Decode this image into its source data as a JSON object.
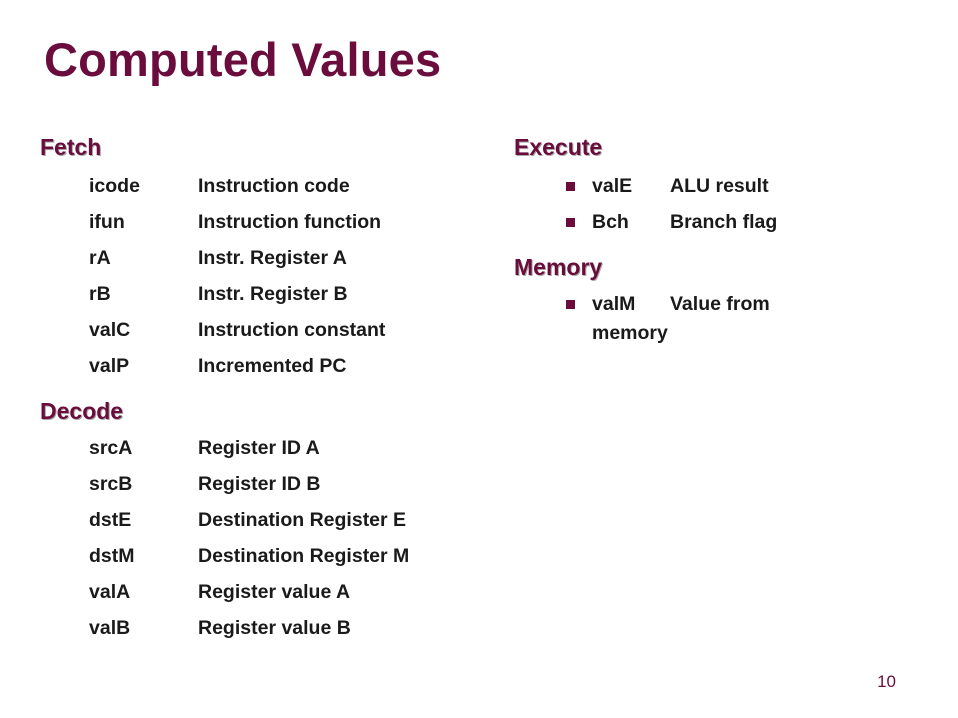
{
  "title": "Computed Values",
  "fetch": {
    "heading": "Fetch",
    "items": [
      {
        "name": "icode",
        "desc": "Instruction code"
      },
      {
        "name": "ifun",
        "desc": "Instruction function"
      },
      {
        "name": "rA",
        "desc": "Instr. Register A"
      },
      {
        "name": "rB",
        "desc": "Instr. Register B"
      },
      {
        "name": "valC",
        "desc": "Instruction constant"
      },
      {
        "name": "valP",
        "desc": "Incremented PC"
      }
    ]
  },
  "decode": {
    "heading": "Decode",
    "items": [
      {
        "name": "srcA",
        "desc": "Register ID A"
      },
      {
        "name": "srcB",
        "desc": "Register ID B"
      },
      {
        "name": "dstE",
        "desc": "Destination Register E"
      },
      {
        "name": "dstM",
        "desc": "Destination Register M"
      },
      {
        "name": "valA",
        "desc": "Register value A"
      },
      {
        "name": "valB",
        "desc": "Register value B"
      }
    ]
  },
  "execute": {
    "heading": "Execute",
    "items": [
      {
        "name": "valE",
        "desc": "ALU result"
      },
      {
        "name": "Bch",
        "desc": "Branch flag"
      }
    ]
  },
  "memory": {
    "heading": "Memory",
    "items": [
      {
        "name": "valM",
        "desc": "Value from",
        "continuation": "memory"
      }
    ]
  },
  "page_number": "10",
  "colors": {
    "accent": "#6b0d3c",
    "text": "#1a1a1a",
    "background": "#ffffff"
  }
}
